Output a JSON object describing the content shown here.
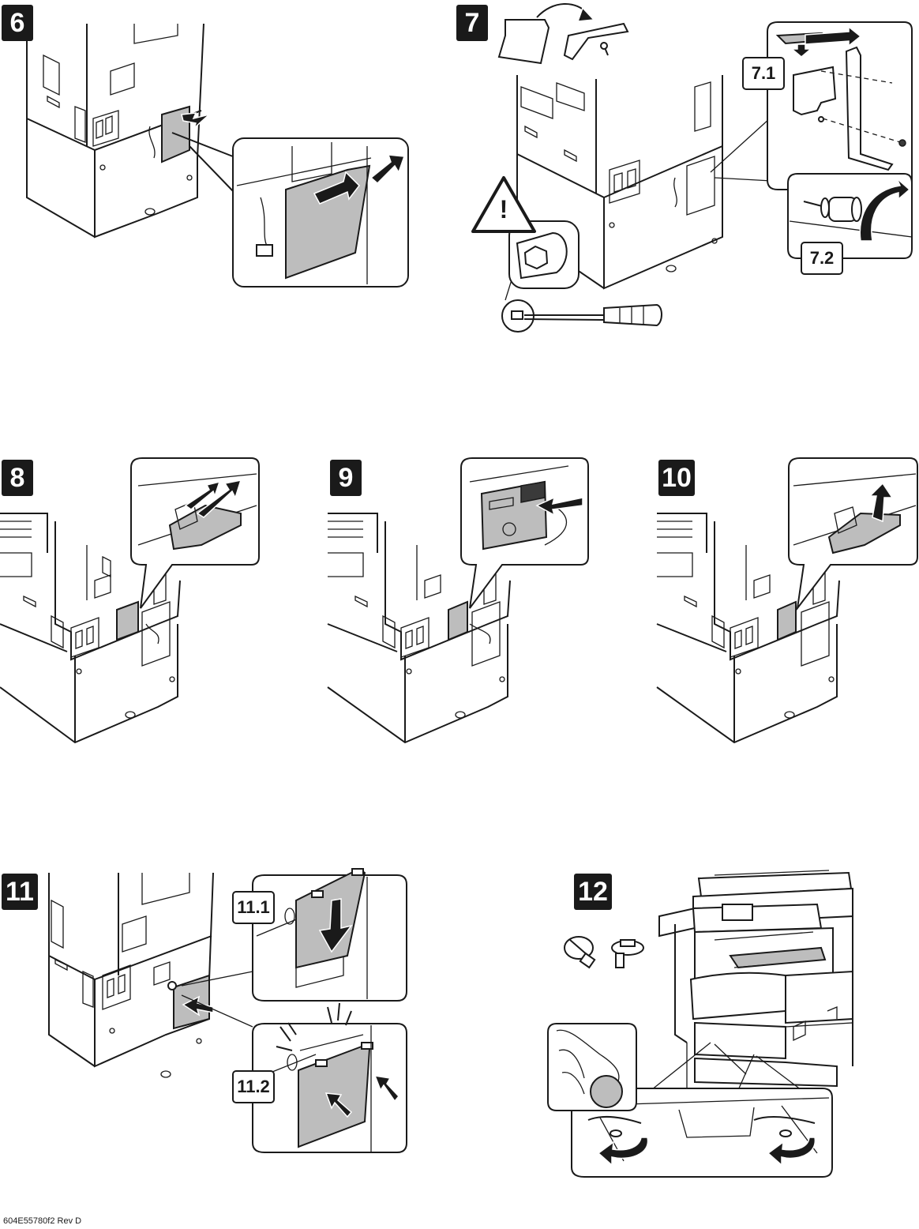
{
  "steps": [
    {
      "label": "6"
    },
    {
      "label": "7"
    },
    {
      "label": "8"
    },
    {
      "label": "9"
    },
    {
      "label": "10"
    },
    {
      "label": "11"
    },
    {
      "label": "12"
    }
  ],
  "sub_steps": {
    "s7_1": "7.1",
    "s7_2": "7.2",
    "s11_1": "11.1",
    "s11_2": "11.2"
  },
  "warning_symbol": "!",
  "footer": "604E55780f2 Rev D",
  "icons": [
    "warning-triangle-icon",
    "hex-socket-icon",
    "screwdriver-icon",
    "thumbscrew-icon",
    "bracket-icon",
    "bag-icon"
  ],
  "colors": {
    "ink": "#1a1a1a",
    "panel_grey": "#bdbdbd",
    "paper": "#ffffff"
  }
}
